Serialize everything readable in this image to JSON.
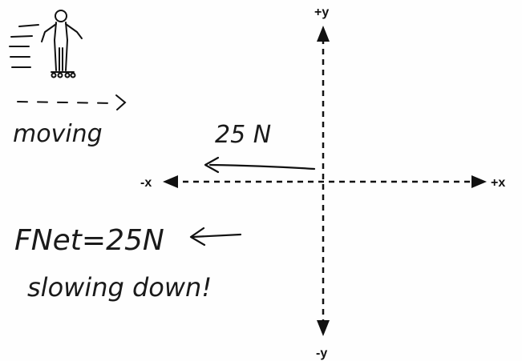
{
  "axes": {
    "plus_y": "+y",
    "minus_y": "-y",
    "plus_x": "+x",
    "minus_x": "-x"
  },
  "force_arrow": {
    "label": "25 N"
  },
  "skater": {
    "motion_label": "moving"
  },
  "notes": {
    "net_force": "FNet=25N",
    "conclusion": "slowing down!"
  },
  "colors": {
    "ink": "#111111",
    "paper": "#fefefe"
  }
}
